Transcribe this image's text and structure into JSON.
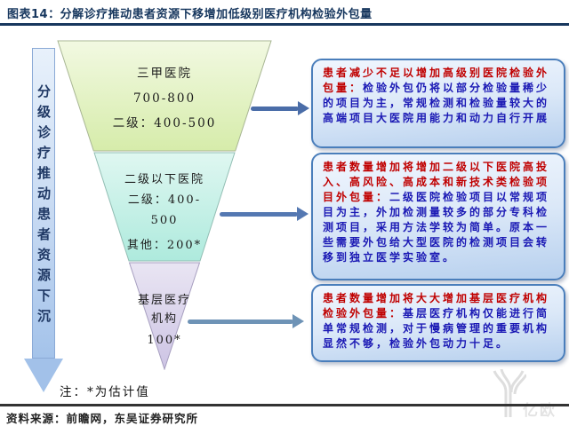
{
  "header": {
    "title": "图表14：分解诊疗推动患者资源下移增加低级别医疗机构检验外包量"
  },
  "left_flow": {
    "label": "分级诊疗推动患者资源下沉"
  },
  "funnel": {
    "sections": [
      {
        "name": "三甲医院",
        "lines": [
          "三甲医院",
          "700-800",
          "二级：400-500"
        ]
      },
      {
        "name": "二级以下医院",
        "lines": [
          "二级以下医院",
          "二级：400-",
          "500",
          "其他：200*"
        ]
      },
      {
        "name": "基层医疗机构",
        "lines": [
          "基层医疗",
          "机构",
          "100*"
        ]
      }
    ]
  },
  "callouts": [
    {
      "highlight": "患者减少不足以增加高级别医院检验外包量：",
      "body": "检验外包仍将以部分检验量稀少的项目为主，常规检测和检验量较大的高端项目大医院用能力和动力自行开展"
    },
    {
      "highlight": "患者数量增加将增加二级以下医院高投入、高风险、高成本和新技术类检验项目外包量：",
      "body": "二级医院检验项目以常规项目为主，外加检测量较多的部分专科检测项目，采用方法学较为简单。原本一些需要外包给大型医院的检测项目会转移到独立医学实验室。"
    },
    {
      "highlight": "患者数量增加将大大增加基层医疗机构检验外包量：",
      "body": "基层医疗机构仅能进行简单常规检测，对于慢病管理的重要机构显然不够，检验外包动力十足。"
    }
  ],
  "note": {
    "text": "注：*为估计值"
  },
  "footer": {
    "source": "资料来源：前瞻网，东吴证券研究所"
  },
  "watermark": {
    "text": "亿欧"
  },
  "colors": {
    "title_navy": "#17375e",
    "highlight_red": "#c00000",
    "body_blue": "#1a18b4",
    "connector_blue": "#4a6da8",
    "funnel_green": "#d6ecaa",
    "funnel_cyan": "#aeeadd",
    "funnel_purple": "#cdc4e4",
    "callout_border": "#4a7ebb",
    "flow_arrow_fill": "#a4c3ea"
  }
}
